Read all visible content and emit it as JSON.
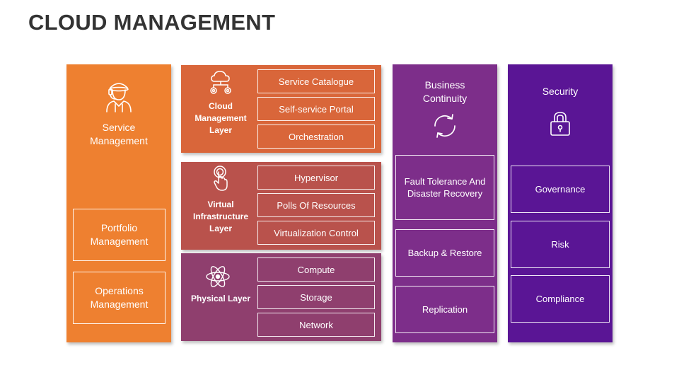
{
  "title": "CLOUD MANAGEMENT",
  "service": {
    "title": "Service Management",
    "items": [
      "Portfolio Management",
      "Operations Management"
    ]
  },
  "layers": [
    {
      "title": "Cloud Management Layer",
      "icon": "cloud-gear-icon",
      "items": [
        "Service Catalogue",
        "Self-service Portal",
        "Orchestration"
      ]
    },
    {
      "title": "Virtual Infrastructure Layer",
      "icon": "touch-icon",
      "items": [
        "Hypervisor",
        "Polls Of Resources",
        "Virtualization Control"
      ]
    },
    {
      "title": "Physical Layer",
      "icon": "atom-icon",
      "items": [
        "Compute",
        "Storage",
        "Network"
      ]
    }
  ],
  "business": {
    "title": "Business Continuity",
    "icon": "refresh-icon",
    "items": [
      "Fault Tolerance And Disaster Recovery",
      "Backup & Restore",
      "Replication"
    ]
  },
  "security": {
    "title": "Security",
    "icon": "lock-icon",
    "items": [
      "Governance",
      "Risk",
      "Compliance"
    ]
  },
  "colors": {
    "orange": "#EE8030",
    "layer1": "#D9663A",
    "layer2": "#B9524C",
    "layer3": "#8F3F6E",
    "business": "#7D2E8A",
    "security": "#5A1595"
  }
}
